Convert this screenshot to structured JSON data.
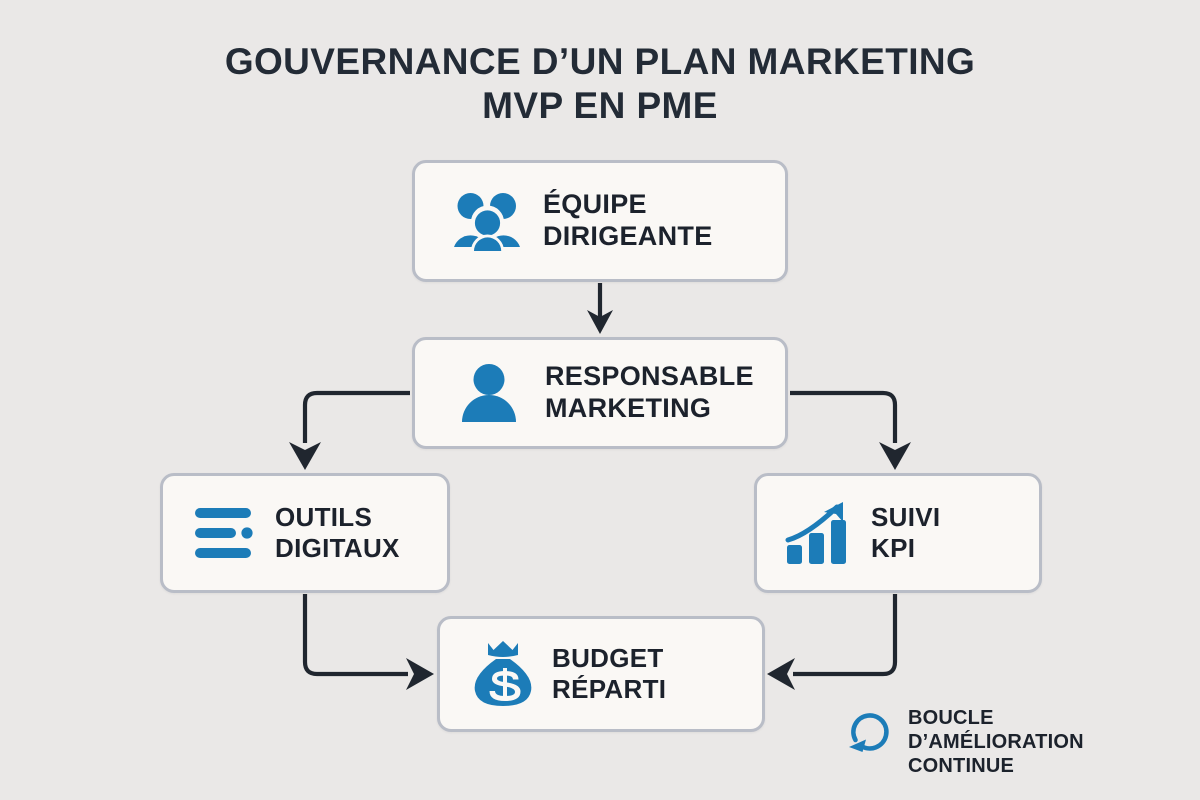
{
  "diagram": {
    "title": "Gouvernance d’un plan marketing\nMVP en PME",
    "background_color": "#eae8e7",
    "accent_color": "#1c7cb8",
    "box_fill_color": "#faf8f5",
    "box_border_color": "#b9bdc7",
    "text_color": "#1c222c"
  },
  "nodes": [
    {
      "id": "equipe",
      "label": "Équipe\ndirigeante",
      "icon": "people-group-icon"
    },
    {
      "id": "responsable",
      "label": "Responsable\nmarketing",
      "icon": "person-icon"
    },
    {
      "id": "outils",
      "label": "Outils\ndigitaux",
      "icon": "list-lines-icon"
    },
    {
      "id": "kpi",
      "label": "Suivi\nKPI",
      "icon": "bar-chart-growth-icon"
    },
    {
      "id": "budget",
      "label": "Budget\nréparti",
      "icon": "money-bag-icon"
    }
  ],
  "connectors": [
    {
      "from": "equipe",
      "to": "responsable",
      "shape": "straight-down"
    },
    {
      "from": "responsable",
      "to": "outils",
      "shape": "elbow-left-down"
    },
    {
      "from": "responsable",
      "to": "kpi",
      "shape": "elbow-right-down"
    },
    {
      "from": "outils",
      "to": "budget",
      "shape": "elbow-down-right"
    },
    {
      "from": "kpi",
      "to": "budget",
      "shape": "elbow-down-left"
    }
  ],
  "legend": {
    "icon": "refresh-loop-icon",
    "label": "Boucle\nd’amélioration\ncontinue"
  }
}
